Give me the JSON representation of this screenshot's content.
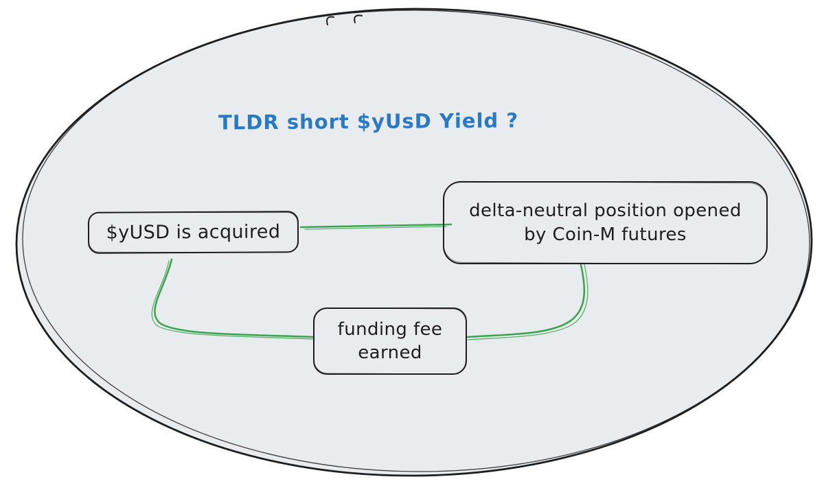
{
  "theme": {
    "page_bg": "#ffffff",
    "ellipse_fill": "#e8ecef",
    "ink": "#1e1e1e",
    "green": "#3da551",
    "blue": "#2b78c5"
  },
  "title": {
    "text": "TLDR short $yUsD Yield ?"
  },
  "nodes": [
    {
      "id": "yusd-acquired",
      "lines": [
        "$yUSD is acquired"
      ]
    },
    {
      "id": "delta-neutral-position",
      "lines": [
        "delta-neutral position opened",
        "by Coin-M futures"
      ]
    },
    {
      "id": "funding-fee-earned",
      "lines": [
        "funding fee",
        "earned"
      ]
    }
  ],
  "connectors": [
    {
      "id": "acquired-to-delta-neutral",
      "from": "yusd-acquired",
      "to": "delta-neutral-position"
    },
    {
      "id": "acquired-to-funding-fee",
      "from": "yusd-acquired",
      "to": "funding-fee-earned"
    },
    {
      "id": "delta-neutral-to-funding-fee",
      "from": "delta-neutral-position",
      "to": "funding-fee-earned"
    }
  ]
}
